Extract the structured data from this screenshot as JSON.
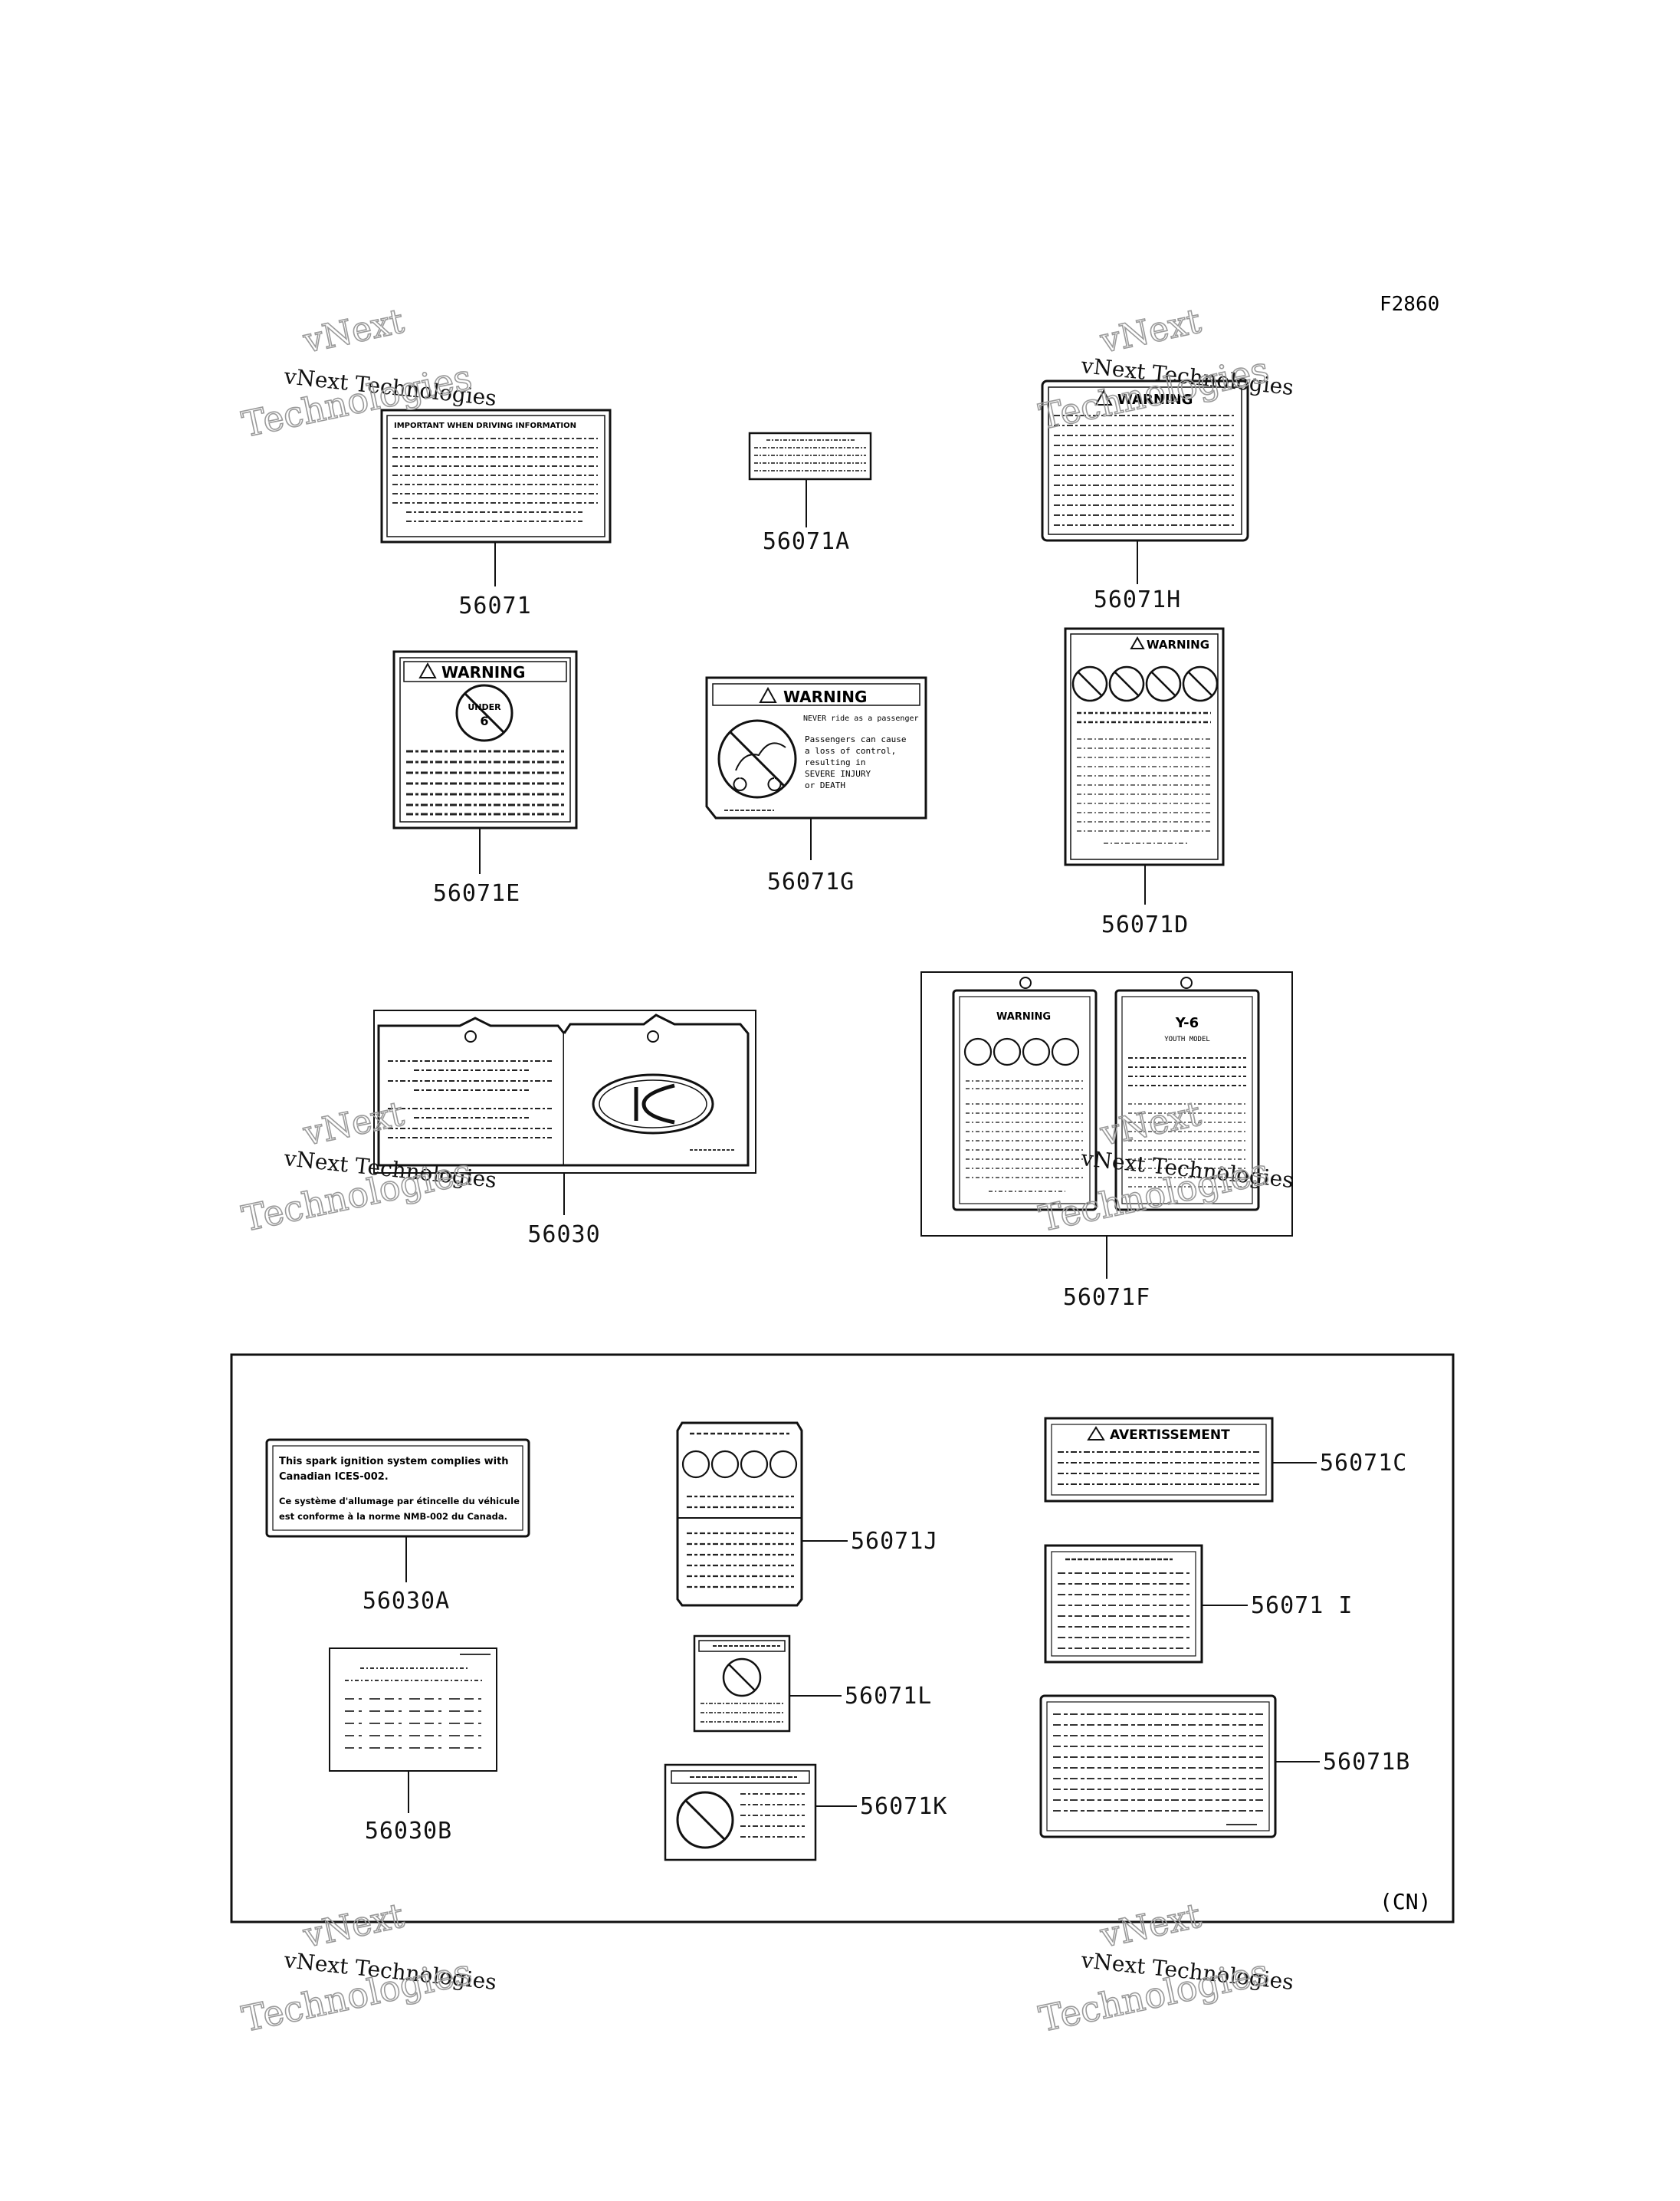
{
  "figure_code": "F2860",
  "region_code": "(CN)",
  "watermark": {
    "line1": "vNext",
    "line2": "vNext Technologies",
    "line3": "Technologies"
  },
  "parts": {
    "p56071": "56071",
    "p56071A": "56071A",
    "p56071H": "56071H",
    "p56071E": "56071E",
    "p56071G": "56071G",
    "p56071D": "56071D",
    "p56030": "56030",
    "p56071F": "56071F",
    "p56030A": "56030A",
    "p56071J": "56071J",
    "p56071C": "56071C",
    "p56071I": "56071 I",
    "p56030B": "56030B",
    "p56071L": "56071L",
    "p56071K": "56071K",
    "p56071B": "56071B"
  },
  "labels": {
    "warning": "WARNING",
    "important_title": "IMPORTANT WHEN DRIVING INFORMATION",
    "under_text": "UNDER",
    "under_num": "6",
    "never_text": "NEVER ride as a passenger",
    "passenger_text": [
      "Passengers can cause",
      "a loss of control,",
      "resulting in",
      "SEVERE INJURY",
      "or DEATH"
    ],
    "youth_title": "Y-6",
    "youth_model": "YOUTH MODEL",
    "canada_text": [
      "This spark ignition system complies with",
      "Canadian ICES-002.",
      "Ce système d'allumage par étincelle du véhicule",
      "est conforme à la norme NMB-002 du Canada."
    ],
    "avertissement": "AVERTISSEMENT"
  }
}
